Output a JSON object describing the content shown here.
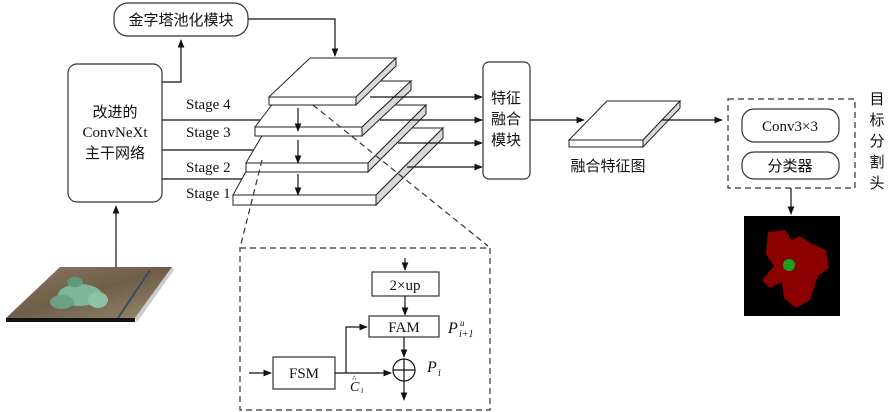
{
  "diagram": {
    "pyramid_pooling": "金字塔池化模块",
    "backbone": {
      "line1": "改进的",
      "line2": "ConvNeXt",
      "line3": "主干网络"
    },
    "stages": [
      "Stage 4",
      "Stage 3",
      "Stage 2",
      "Stage 1"
    ],
    "fusion_module": [
      "特征",
      "融合",
      "模块"
    ],
    "fused_map_label": "融合特征图",
    "seg_head": {
      "conv": "Conv3×3",
      "classifier": "分类器",
      "title_chars": [
        "目",
        "标",
        "分",
        "割",
        "头"
      ]
    },
    "detail": {
      "upsample": "2×up",
      "fam": "FAM",
      "fsm": "FSM",
      "p_upper": "P",
      "p_upper_sub": "i+1",
      "p_upper_sup": "u",
      "p_i": "P",
      "p_i_sub": "i",
      "c_i": "C",
      "c_i_sub": "i",
      "c_i_hat": "^"
    },
    "colors": {
      "mask_background": "#000000",
      "mask_class_red": "#8b0000",
      "mask_class_green": "#1e9e1e"
    }
  }
}
